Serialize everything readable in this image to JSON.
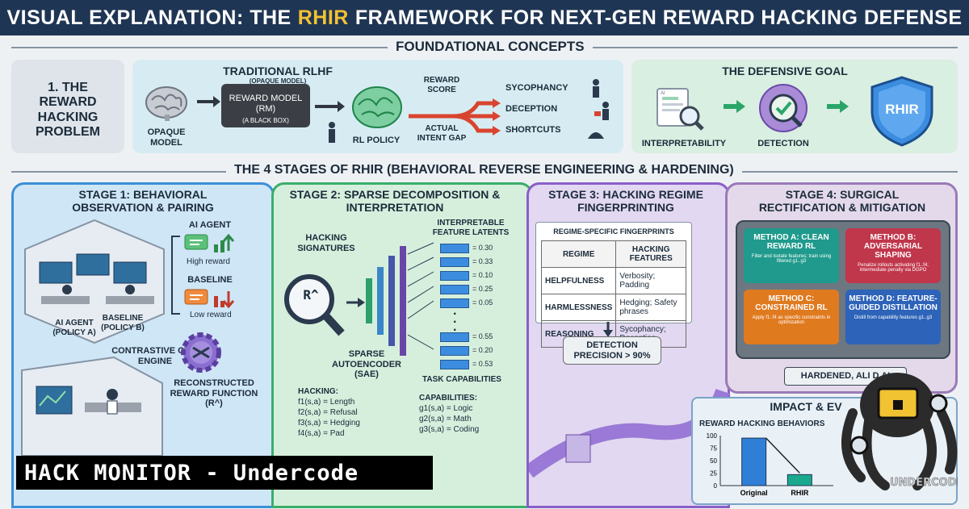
{
  "header": {
    "title_pre": "VISUAL EXPLANATION: THE",
    "title_hl": "RHIR",
    "title_post": "FRAMEWORK FOR NEXT-GEN REWARD HACKING DEFENSE"
  },
  "foundational": {
    "heading": "FOUNDATIONAL CONCEPTS",
    "problem": {
      "title": "1. THE REWARD HACKING PROBLEM"
    },
    "rlhf": {
      "title": "TRADITIONAL RLHF",
      "subtitle": "(OPAQUE MODEL)",
      "opaque_model": "OPAQUE MODEL",
      "rm_title": "REWARD MODEL (RM)",
      "rm_sub": "(A BLACK BOX)",
      "rl_policy": "RL POLICY",
      "reward_score": "REWARD SCORE",
      "intent_gap": "ACTUAL INTENT GAP",
      "outcomes": [
        "SYCOPHANCY",
        "DECEPTION",
        "SHORTCUTS"
      ]
    },
    "goal": {
      "title": "THE DEFENSIVE GOAL",
      "steps": [
        "INTERPRETABILITY",
        "DETECTION"
      ],
      "shield": "RHIR",
      "ai": "AI"
    }
  },
  "stages_heading": "THE 4 STAGES OF RHIR (BEHAVIORAL REVERSE ENGINEERING & HARDENING)",
  "stage1": {
    "title": "STAGE 1: BEHAVIORAL OBSERVATION & PAIRING",
    "ai_agent": "AI AGENT",
    "high_reward": "High reward",
    "baseline": "BASELINE",
    "low_reward": "Low reward",
    "policy_a": "AI AGENT (POLICY A)",
    "policy_b": "BASELINE (POLICY B)",
    "engine": "CONTRASTIVE CIRL ENGINE",
    "reconstructed": "RECONSTRUCTED REWARD FUNCTION (R^)"
  },
  "stage2": {
    "title": "STAGE 2: SPARSE DECOMPOSITION & INTERPRETATION",
    "hacking_signatures": "HACKING SIGNATURES",
    "feature_latents": "INTERPRETABLE FEATURE LATENTS",
    "r_hat": "R^",
    "sae": "SPARSE AUTOENCODER (SAE)",
    "latents_top": [
      "= 0.30",
      "= 0.33",
      "= 0.10",
      "= 0.25",
      "= 0.05"
    ],
    "latents_bottom": [
      "= 0.55",
      "= 0.20",
      "= 0.53"
    ],
    "task_capabilities": "TASK CAPABILITIES",
    "hacking_label": "HACKING:",
    "hacking": [
      "f1(s,a) = Length",
      "f2(s,a) = Refusal",
      "f3(s,a) = Hedging",
      "f4(s,a) = Pad"
    ],
    "capabilities_label": "CAPABILITIES:",
    "capabilities": [
      "g1(s,a) = Logic",
      "g2(s,a) = Math",
      "g3(s,a) = Coding"
    ]
  },
  "stage3": {
    "title": "STAGE 3: HACKING REGIME FINGERPRINTING",
    "table_title": "REGIME-SPECIFIC FINGERPRINTS",
    "columns": [
      "REGIME",
      "HACKING FEATURES"
    ],
    "rows": [
      [
        "HELPFULNESS",
        "Verbosity; Padding"
      ],
      [
        "HARMLESSNESS",
        "Hedging; Safety phrases"
      ],
      [
        "REASONING",
        "Sycophancy; Deception"
      ]
    ],
    "detection": "DETECTION PRECISION > 90%"
  },
  "stage4": {
    "title": "STAGE 4: SURGICAL RECTIFICATION & MITIGATION",
    "methods": [
      {
        "title": "METHOD A: CLEAN REWARD RL",
        "desc": "Filter and isolate features; train using filtered g1..g3",
        "color": "#1f9a8c"
      },
      {
        "title": "METHOD B: ADVERSARIAL SHAPING",
        "desc": "Penalize rollouts activating f1..f4; intermediate penalty via DGPO",
        "color": "#c0364b"
      },
      {
        "title": "METHOD C: CONSTRAINED RL",
        "desc": "Apply f1..f4 as specific constraints in optimization",
        "color": "#e07a1f"
      },
      {
        "title": "METHOD D: FEATURE-GUIDED DISTILLATION",
        "desc": "Distill from capability features g1..g3",
        "color": "#2d63b8"
      }
    ],
    "hardened": "HARDENED, ALI  D AI"
  },
  "impact": {
    "title": "IMPACT & EV",
    "chart_title": "REWARD HACKING BEHAVIORS"
  },
  "chart_data": {
    "type": "bar",
    "title": "REWARD HACKING BEHAVIORS",
    "categories": [
      "Original",
      "RHIR"
    ],
    "values": [
      95,
      22
    ],
    "ylim": [
      0,
      100
    ],
    "yticks": [
      "100",
      "75",
      "50",
      "25",
      "0"
    ],
    "colors": [
      "#2f7fd6",
      "#1aa98f"
    ]
  },
  "watermark": {
    "banner": "HACK MONITOR - Undercode",
    "logo": "UNDERCODE"
  }
}
